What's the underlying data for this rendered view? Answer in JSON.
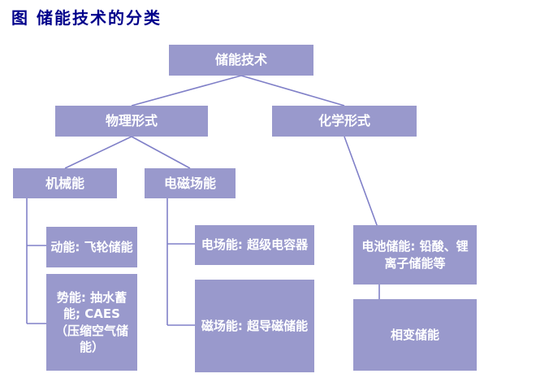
{
  "title": "图 储能技术的分类",
  "nodes": {
    "root": "储能技术",
    "physical": "物理形式",
    "chemical": "化学形式",
    "mechanical": "机械能",
    "electromagnetic": "电磁场能",
    "kinetic": "动能: 飞轮储能",
    "potential": "势能: 抽水蓄能; CAES （压缩空气储能）",
    "electric_field": "电场能: 超级电容器",
    "magnetic_field": "磁场能: 超导磁储能",
    "battery": "电池储能: 铅酸、锂离子储能等",
    "phase_change": "相变储能"
  },
  "colors": {
    "box_fill": "#9999cc",
    "box_text": "#ffffff",
    "connector": "#8080c8",
    "title_text": "#00008b",
    "background": "#ffffff"
  }
}
